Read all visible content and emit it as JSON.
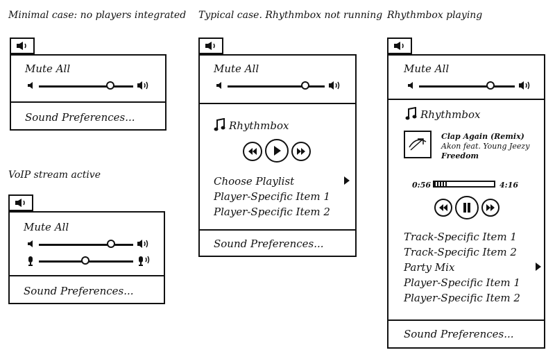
{
  "captions": {
    "minimal": "Minimal case: no players integrated",
    "typical": "Typical case. Rhythmbox not running",
    "playing": "Rhythmbox playing",
    "voip": "VoIP stream active"
  },
  "common": {
    "mute_all": "Mute All",
    "sound_preferences": "Sound Preferences..."
  },
  "player": {
    "name": "Rhythmbox",
    "choose_playlist": "Choose Playlist",
    "player_item_1": "Player-Specific Item 1",
    "player_item_2": "Player-Specific Item 2"
  },
  "now_playing": {
    "title": "Clap Again (Remix)",
    "artist": "Akon feat. Young Jeezy",
    "album": "Freedom",
    "elapsed": "0:56",
    "total": "4:16",
    "progress_fraction": 0.22
  },
  "playing_menu": {
    "track_item_1": "Track-Specific Item 1",
    "track_item_2": "Track-Specific Item 2",
    "party_mix": "Party Mix",
    "player_item_1": "Player-Specific Item 1",
    "player_item_2": "Player-Specific Item 2"
  },
  "volume_levels": {
    "minimal": 0.78,
    "voip_output": 0.79,
    "voip_input": 0.49,
    "typical": 0.83,
    "playing": 0.77
  },
  "icons": {
    "speaker": "speaker-icon",
    "music_note": "music-note-icon",
    "previous": "previous-icon",
    "play": "play-icon",
    "pause": "pause-icon",
    "next": "next-icon",
    "microphone": "microphone-icon",
    "submenu": "submenu-arrow-icon"
  }
}
